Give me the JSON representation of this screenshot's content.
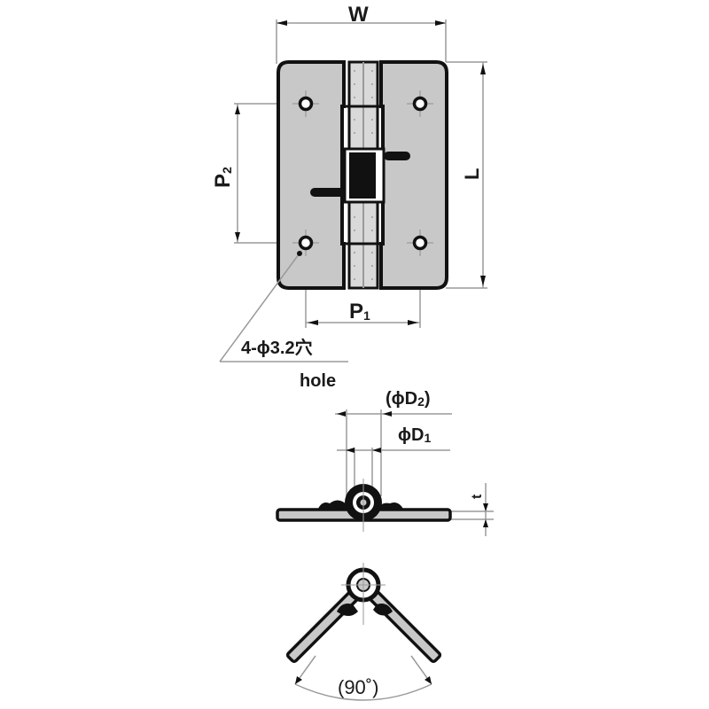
{
  "drawing": {
    "subject": "hinge",
    "views": [
      "front-view",
      "side-view-flat",
      "side-view-folded"
    ]
  },
  "dimensions": {
    "width": "W",
    "length": "L",
    "pitch1_base": "P",
    "pitch1_sub": "1",
    "pitch2_base": "P",
    "pitch2_sub": "2",
    "thickness": "t",
    "d1_prefix": "ϕD",
    "d1_sub": "1",
    "d2_open": "(ϕD",
    "d2_sub": "2",
    "d2_close": ")"
  },
  "notes": {
    "hole_spec": "4-ϕ3.2穴",
    "hole_en": "hole",
    "open_angle": "(90˚)"
  },
  "colors": {
    "plate_fill": "#c8c8c8",
    "outline": "#111111",
    "dim_line": "#9a9a9a",
    "knuckle_fill": "#d9d9d9"
  }
}
